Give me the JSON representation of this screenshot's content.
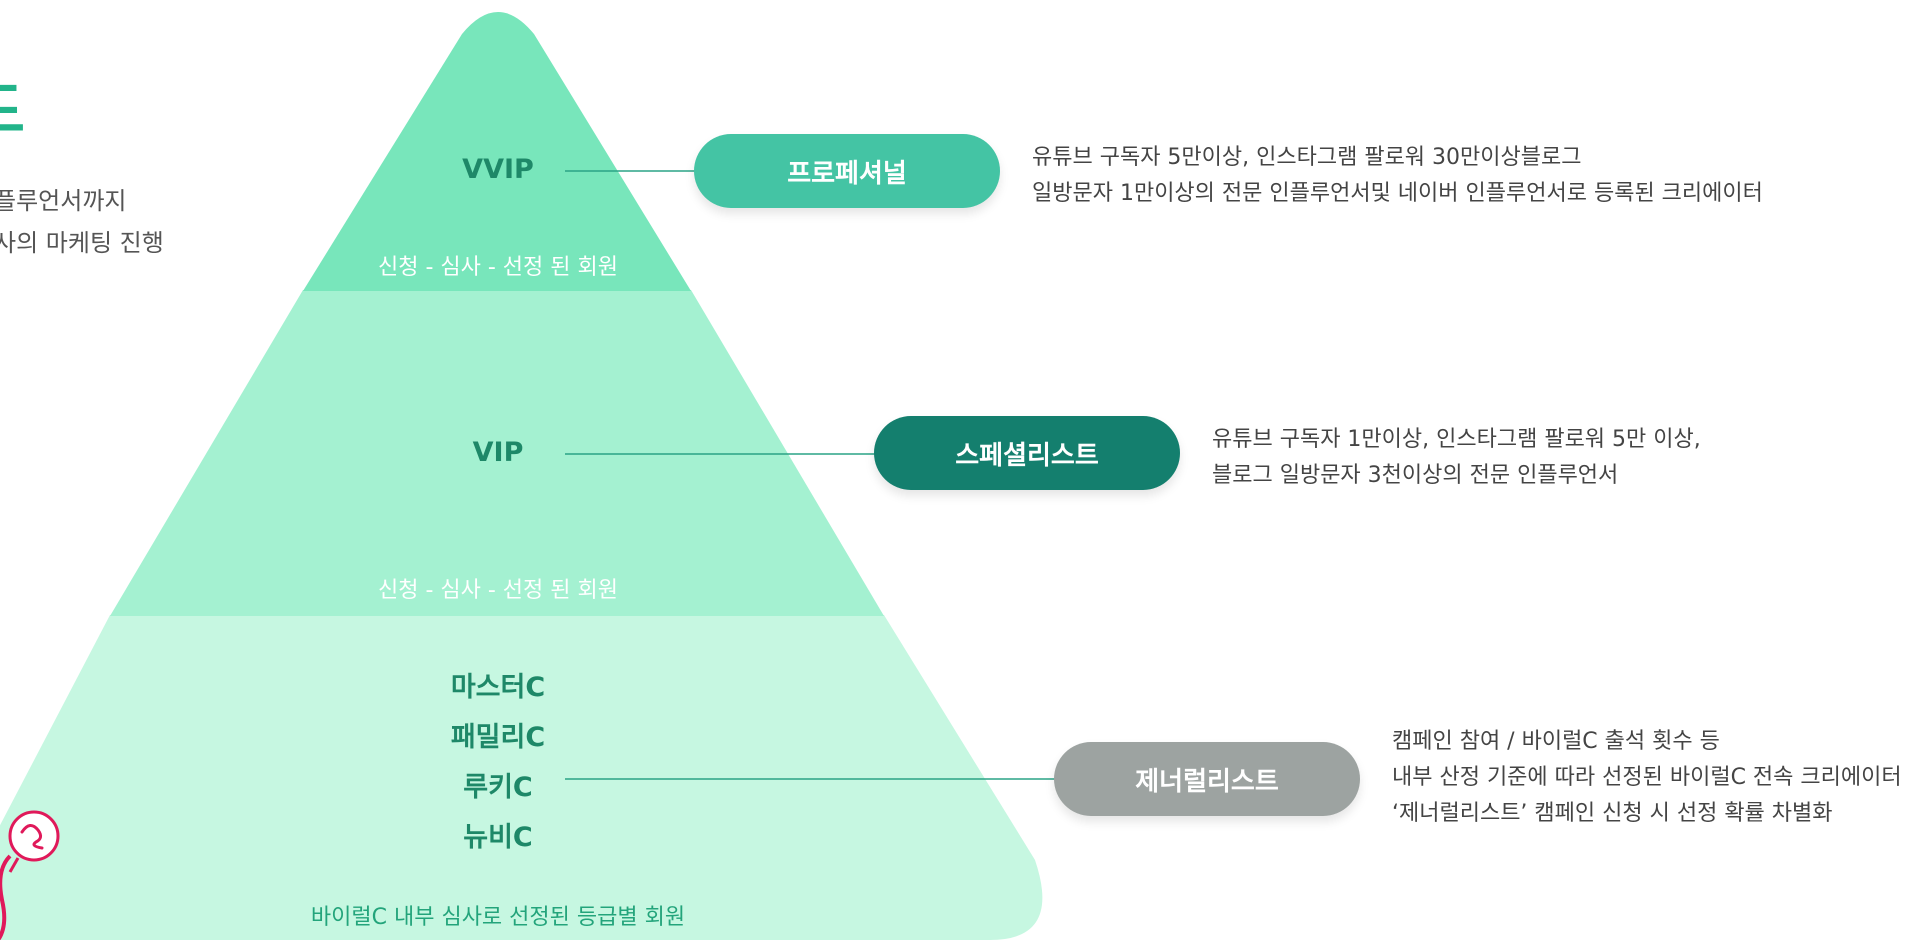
{
  "intro": {
    "heading_fragment": "드",
    "lines": [
      "플루언서까지",
      "사의 마케팅 진행"
    ]
  },
  "tiers": [
    {
      "name": "VVIP",
      "caption": "신청 - 심사 - 선정 된 회원",
      "grade": "프로페셔널",
      "color": "#44c4a4",
      "desc": [
        "유튜브 구독자 5만이상, 인스타그램 팔로워 30만이상블로그",
        "일방문자 1만이상의 전문 인플루언서및 네이버 인플루언서로 등록된 크리에이터"
      ]
    },
    {
      "name": "VIP",
      "caption": "신청 - 심사 - 선정 된 회원",
      "grade": "스페셜리스트",
      "color": "#147f6e",
      "desc": [
        "유튜브 구독자 1만이상, 인스타그램 팔로워 5만 이상,",
        "블로그 일방문자 3천이상의 전문 인플루언서"
      ]
    },
    {
      "names": [
        "마스터C",
        "패밀리C",
        "루키C",
        "뉴비C"
      ],
      "caption": "바이럴C 내부 심사로 선정된 등급별 회원",
      "grade": "제너럴리스트",
      "color": "#9da3a1",
      "desc": [
        "캠페인 참여 / 바이럴C 출석 횟수 등",
        "내부 산정 기준에 따라 선정된 바이럴C 전속 크리에이터",
        "‘제너럴리스트’ 캠페인 신청 시 선정 확률 차별화"
      ]
    }
  ],
  "colors": {
    "tier_top": "#78e6bb",
    "tier_mid": "#a4f1d1",
    "tier_bottom": "#c6f7e1",
    "connector": "#2aa386",
    "mascot": "#e0195a"
  }
}
